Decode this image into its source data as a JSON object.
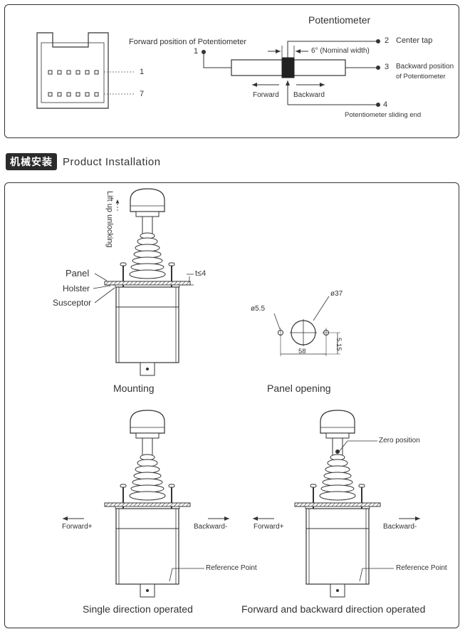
{
  "potentiometer": {
    "title": "Potentiometer",
    "forward_position": "Forward position of Potentiometer",
    "nominal_width": "6° (Nominal width)",
    "center_tap": "Center tap",
    "backward_position_line1": "Backward position",
    "backward_position_line2": "of Potentiometer",
    "sliding_end": "Potentiometer sliding end",
    "forward": "Forward",
    "backward": "Backward",
    "pin1": "1",
    "pin2": "2",
    "pin3": "3",
    "pin4": "4"
  },
  "connector": {
    "pin_top": "1",
    "pin_bottom": "7"
  },
  "section": {
    "cn": "机械安装",
    "en": "Product Installation"
  },
  "mounting": {
    "caption": "Mounting",
    "lift_up": "Lift up unlocking",
    "panel": "Panel",
    "holster": "Holster",
    "susceptor": "Susceptor",
    "thickness": "t≤4"
  },
  "panel_opening": {
    "caption": "Panel opening",
    "hole_diameter": "ø5.5",
    "center_diameter": "ø37",
    "spacing": "58",
    "offset": "5.15"
  },
  "single": {
    "caption": "Single direction operated",
    "forward": "Forward+",
    "backward": "Backward-",
    "reference": "Reference Point"
  },
  "both": {
    "caption": "Forward and backward direction operated",
    "forward": "Forward+",
    "backward": "Backward-",
    "reference": "Reference Point",
    "zero": "Zero position"
  }
}
